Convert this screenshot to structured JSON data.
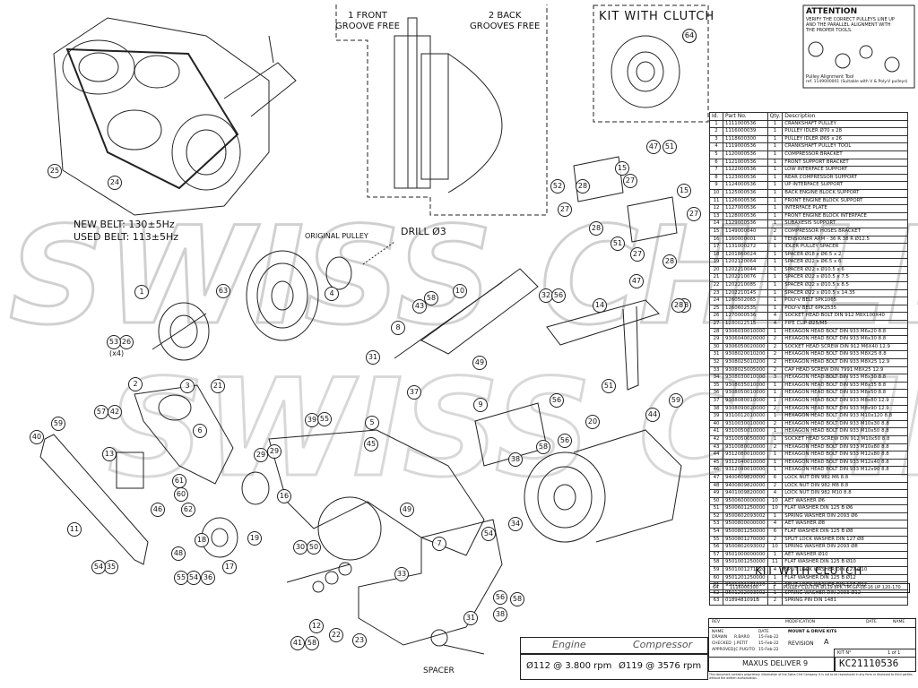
{
  "belt_notes": {
    "new_belt": "NEW BELT: 130±5Hz",
    "used_belt": "USED BELT: 113±5Hz"
  },
  "callouts": {
    "original_pulley": "ORIGINAL PULLEY",
    "drill": "DRILL Ø3",
    "front_groove": "1 FRONT\nGROOVE FREE",
    "back_grooves": "2 BACK\nGROOVES FREE",
    "spacer": "SPACER",
    "x4": "(x4)"
  },
  "kit_box": {
    "title": "KIT WITH CLUTCH",
    "part": "64"
  },
  "attention": {
    "title": "ATTENTION",
    "text1": "VERIFY THE CORRECT PULLEYS LINE UP",
    "text2": "AND THE PARALLEL ALIGNMENT WITH",
    "text3": "THE PROPER TOOLS.",
    "tool": "Pulley Alignment Tool",
    "ref": "ref. 1149000001 (Suitable with V & Poly-V pulleys)"
  },
  "watermark_text": "SWISS CHILL",
  "table": {
    "headers": [
      "Id.",
      "Part No.",
      "Qty.",
      "Description"
    ],
    "rows": [
      [
        "1",
        "1111000536",
        "1",
        "CRANKSHAFT PULLEY"
      ],
      [
        "2",
        "1116000039",
        "1",
        "PULLEY IDLER Ø70 x 28"
      ],
      [
        "3",
        "1118600300",
        "1",
        "PULLEY IDLER Ø65 x 26"
      ],
      [
        "4",
        "1119000536",
        "1",
        "CRANKSHAFT PULLEY TOOL"
      ],
      [
        "5",
        "1120000536",
        "1",
        "COMPRESSOR BRACKET"
      ],
      [
        "6",
        "1121000536",
        "1",
        "FRONT SUPPORT BRACKET"
      ],
      [
        "7",
        "1122000536",
        "1",
        "LOW INTERFACE SUPPORT"
      ],
      [
        "8",
        "1123000536",
        "1",
        "REAR COMPRESSOR SUPPORT"
      ],
      [
        "9",
        "1124000536",
        "1",
        "UP INTERFACE SUPPORT"
      ],
      [
        "10",
        "1125000536",
        "1",
        "BACK ENGINE BLOCK SUPPORT"
      ],
      [
        "11",
        "1126000536",
        "1",
        "FRONT ENGINE BLOCK SUPPORT"
      ],
      [
        "12",
        "1127000536",
        "1",
        "INTERFACE PLATE"
      ],
      [
        "13",
        "1128000536",
        "1",
        "FRONT ENGINE BLOCK INTERFACE"
      ],
      [
        "14",
        "1129000536",
        "1",
        "SUBAXESIS SUPPORT"
      ],
      [
        "15",
        "1149000040",
        "2",
        "COMPRESSOR HOSES BRACKET"
      ],
      [
        "16",
        "1160000001",
        "1",
        "TENSIONER ARM - 36 R 38 R Ø12.5"
      ],
      [
        "17",
        "1131000272",
        "1",
        "IDLER PULLEY SPACER"
      ],
      [
        "18",
        "1201860024",
        "1",
        "SPACER Ø18 x Ø6.5 x 2"
      ],
      [
        "19",
        "1202120064",
        "1",
        "SPACER Ø22 x Ø6.5 x 6"
      ],
      [
        "20",
        "1202210044",
        "1",
        "SPACER Ø22 x Ø10.5 x 6"
      ],
      [
        "21",
        "1202210076",
        "1",
        "SPACER Ø22 x Ø10.5 x 7.5"
      ],
      [
        "22",
        "1202210085",
        "1",
        "SPACER Ø22 x Ø10.5 x 8.5"
      ],
      [
        "23",
        "1202210145",
        "1",
        "SPACER Ø22 x Ø10.5 x 14.35"
      ],
      [
        "24",
        "1260502065",
        "1",
        "POLY-V BELT 5PK1065"
      ],
      [
        "25",
        "1260602535",
        "1",
        "POLY-V BELT 6PK2535"
      ],
      [
        "26",
        "1270000536",
        "4",
        "SOCKET HEAD BOLT DIN 912 M8X100X40"
      ],
      [
        "27",
        "1280022515",
        "4",
        "PIPE CLIP Ø25/M5"
      ],
      [
        "28",
        "9306030010000",
        "1",
        "HEXAGON HEAD BOLT DIN 933 M6x20 8.8"
      ],
      [
        "29",
        "9306040020000",
        "2",
        "HEXAGON HEAD BOLT DIN 933 M6x30 8.8"
      ],
      [
        "30",
        "9306050020000",
        "2",
        "SOCKET HEAD SCREW DIN 912 M6X40 12.9"
      ],
      [
        "31",
        "9308020010200",
        "2",
        "HEXAGON HEAD BOLT DIN 933 M8X25 8.8"
      ],
      [
        "32",
        "9308025010200",
        "2",
        "HEXAGON HEAD BOLT DIN 933 M8X25 12.9"
      ],
      [
        "33",
        "9308025005000",
        "2",
        "CAP HEAD SCREW DIN 7991 M8X25 12.9"
      ],
      [
        "34",
        "9308030010000",
        "3",
        "HEXAGON HEAD BOLT DIN 933 M8x30 8.8"
      ],
      [
        "35",
        "9308035010000",
        "1",
        "HEXAGON HEAD BOLT DIN 933 M8x35 8.8"
      ],
      [
        "36",
        "9308050010000",
        "1",
        "HEXAGON HEAD BOLT DIN 933 M8x50 8.8"
      ],
      [
        "37",
        "9308080010000",
        "1",
        "HEXAGON HEAD BOLT DIN 933 M8x80 12.9"
      ],
      [
        "38",
        "9308090020000",
        "2",
        "HEXAGON HEAD BOLT DIN 933 M8x90 12.9"
      ],
      [
        "39",
        "9310012010000",
        "1",
        "HEXAGON HEAD BOLT DIN 933 M10x120 8.8"
      ],
      [
        "40",
        "9310030010000",
        "2",
        "HEXAGON HEAD BOLT DIN 933 M10x30 8.8"
      ],
      [
        "41",
        "9310050010000",
        "1",
        "HEXAGON HEAD BOLT DIN 933 M10x50 8.8"
      ],
      [
        "42",
        "9310050050000",
        "1",
        "SOCKET HEAD SCREW DIN 912 M10x50 8.8"
      ],
      [
        "43",
        "9310080020000",
        "2",
        "HEXAGON HEAD BOLT DIN 933 M10x80 8.8"
      ],
      [
        "44",
        "9312080010000",
        "1",
        "HEXAGON HEAD BOLT DIN 933 M12x80 8.8"
      ],
      [
        "45",
        "9312040010000",
        "1",
        "HEXAGON HEAD BOLT DIN 933 M12x40 8.8"
      ],
      [
        "46",
        "9312090010000",
        "1",
        "HEXAGON HEAD BOLT DIN 933 M12x90 8.8"
      ],
      [
        "47",
        "9400609820000",
        "6",
        "LOCK NUT DIN 982 M6 8.8"
      ],
      [
        "48",
        "9400809820000",
        "2",
        "LOCK NUT DIN 982 M8 8.8"
      ],
      [
        "49",
        "9401009820000",
        "4",
        "LOCK NUT DIN 982 M10 8.8"
      ],
      [
        "50",
        "9500600000000",
        "10",
        "AET WASHER Ø6"
      ],
      [
        "51",
        "9500601250000",
        "10",
        "FLAT WASHER DIN 125 B Ø6"
      ],
      [
        "52",
        "9500602093002",
        "1",
        "SPRING WASHER DIN 2093 Ø6"
      ],
      [
        "53",
        "9500800000000",
        "4",
        "AET WASHER Ø8"
      ],
      [
        "54",
        "9500801250000",
        "6",
        "FLAT WASHER DIN 125 B Ø8"
      ],
      [
        "55",
        "9500801270000",
        "2",
        "SPLIT LOCK WASHER DIN 127 Ø8"
      ],
      [
        "56",
        "9500802093002",
        "10",
        "SPRING WASHER DIN 2093 Ø8"
      ],
      [
        "57",
        "9501000000000",
        "1",
        "AET WASHER Ø10"
      ],
      [
        "58",
        "9501001250000",
        "11",
        "FLAT WASHER DIN 125 B Ø10"
      ],
      [
        "59",
        "9501001271020",
        "4",
        "SPLIT LOCK WASHER DIN 127 Ø10"
      ],
      [
        "60",
        "9501201250000",
        "1",
        "FLAT WASHER DIN 125 B Ø12"
      ],
      [
        "61",
        "9501201271020",
        "1",
        "SPLIT LOCK WASHER DIN 127 Ø12"
      ],
      [
        "62",
        "9501202093002",
        "1",
        "SPRING WASHER DIN 2093 Ø12"
      ],
      [
        "63",
        "0189481091B",
        "2",
        "SPRING PIN DIN 1481"
      ]
    ]
  },
  "kit_footer": {
    "title": "KIT WITH CLUTCH",
    "row": [
      "64",
      "1116000300",
      "1",
      "PULLEY CLUTCH Ø119 8PK TM-GP-08-16 UP 120-170"
    ]
  },
  "title_block": {
    "rev": "REV",
    "modification": "MODIFICATION",
    "date": "DATE",
    "name_col": "NAME",
    "name_col2": "NAME",
    "date_col": "DATE",
    "drawn": "DRAWN",
    "drawn_name": "R.BARO",
    "drawn_date": "15-Feb-22",
    "checked": "CHECKED",
    "checked_name": "J.PETIT",
    "checked_date": "15-Feb-22",
    "approved": "APPROVED",
    "approved_name": "JC.PUGITO",
    "approved_date": "15-Feb-22",
    "category": "MOUNT & DRIVE KITS",
    "revision_label": "REVISION",
    "revision": "A",
    "engine_label": "Engine",
    "compressor_label": "Compressor",
    "engine_value": "Ø112 @ 3.800 rpm",
    "compressor_value": "Ø119 @ 3576 rpm",
    "vehicle": "MAXUS DELIVER 9",
    "kit_no_label": "KIT N°",
    "kit_no": "KC21110536",
    "sheet": "1 of 1",
    "legal": "This document contains proprietary information of the Swiss Chill Company. It is not to be reproduced in any form or disclosed to third parties without the written authorization."
  },
  "part_labels": [
    {
      "n": "1"
    },
    {
      "n": "2"
    },
    {
      "n": "3"
    },
    {
      "n": "4"
    },
    {
      "n": "5"
    },
    {
      "n": "6"
    },
    {
      "n": "7"
    },
    {
      "n": "8"
    },
    {
      "n": "9"
    },
    {
      "n": "10"
    },
    {
      "n": "11"
    },
    {
      "n": "12"
    },
    {
      "n": "13"
    },
    {
      "n": "14"
    },
    {
      "n": "15"
    },
    {
      "n": "15"
    },
    {
      "n": "16"
    },
    {
      "n": "17"
    },
    {
      "n": "18"
    },
    {
      "n": "19"
    },
    {
      "n": "20"
    },
    {
      "n": "21"
    },
    {
      "n": "22"
    },
    {
      "n": "23"
    },
    {
      "n": "24"
    },
    {
      "n": "25"
    },
    {
      "n": "26"
    },
    {
      "n": "27"
    },
    {
      "n": "27"
    },
    {
      "n": "27"
    },
    {
      "n": "27"
    },
    {
      "n": "28"
    },
    {
      "n": "28"
    },
    {
      "n": "28"
    },
    {
      "n": "28"
    },
    {
      "n": "29"
    },
    {
      "n": "30"
    },
    {
      "n": "31"
    },
    {
      "n": "31"
    },
    {
      "n": "32"
    },
    {
      "n": "33"
    },
    {
      "n": "34"
    },
    {
      "n": "35"
    },
    {
      "n": "36"
    },
    {
      "n": "37"
    },
    {
      "n": "38"
    },
    {
      "n": "38"
    },
    {
      "n": "39"
    },
    {
      "n": "40"
    },
    {
      "n": "41"
    },
    {
      "n": "42"
    },
    {
      "n": "43"
    },
    {
      "n": "44"
    },
    {
      "n": "45"
    },
    {
      "n": "46"
    },
    {
      "n": "47"
    },
    {
      "n": "47"
    },
    {
      "n": "48"
    },
    {
      "n": "49"
    },
    {
      "n": "49"
    },
    {
      "n": "50"
    },
    {
      "n": "51"
    },
    {
      "n": "51"
    },
    {
      "n": "51"
    },
    {
      "n": "52"
    },
    {
      "n": "53"
    },
    {
      "n": "54"
    },
    {
      "n": "54"
    },
    {
      "n": "55"
    },
    {
      "n": "55"
    },
    {
      "n": "56"
    },
    {
      "n": "56"
    },
    {
      "n": "56"
    },
    {
      "n": "57"
    },
    {
      "n": "58"
    },
    {
      "n": "58"
    },
    {
      "n": "59"
    },
    {
      "n": "59"
    },
    {
      "n": "60"
    },
    {
      "n": "61"
    },
    {
      "n": "62"
    },
    {
      "n": "63"
    },
    {
      "n": "64"
    },
    {
      "n": "28"
    },
    {
      "n": "29"
    },
    {
      "n": "58"
    },
    {
      "n": "56"
    },
    {
      "n": "58"
    },
    {
      "n": "54"
    }
  ]
}
